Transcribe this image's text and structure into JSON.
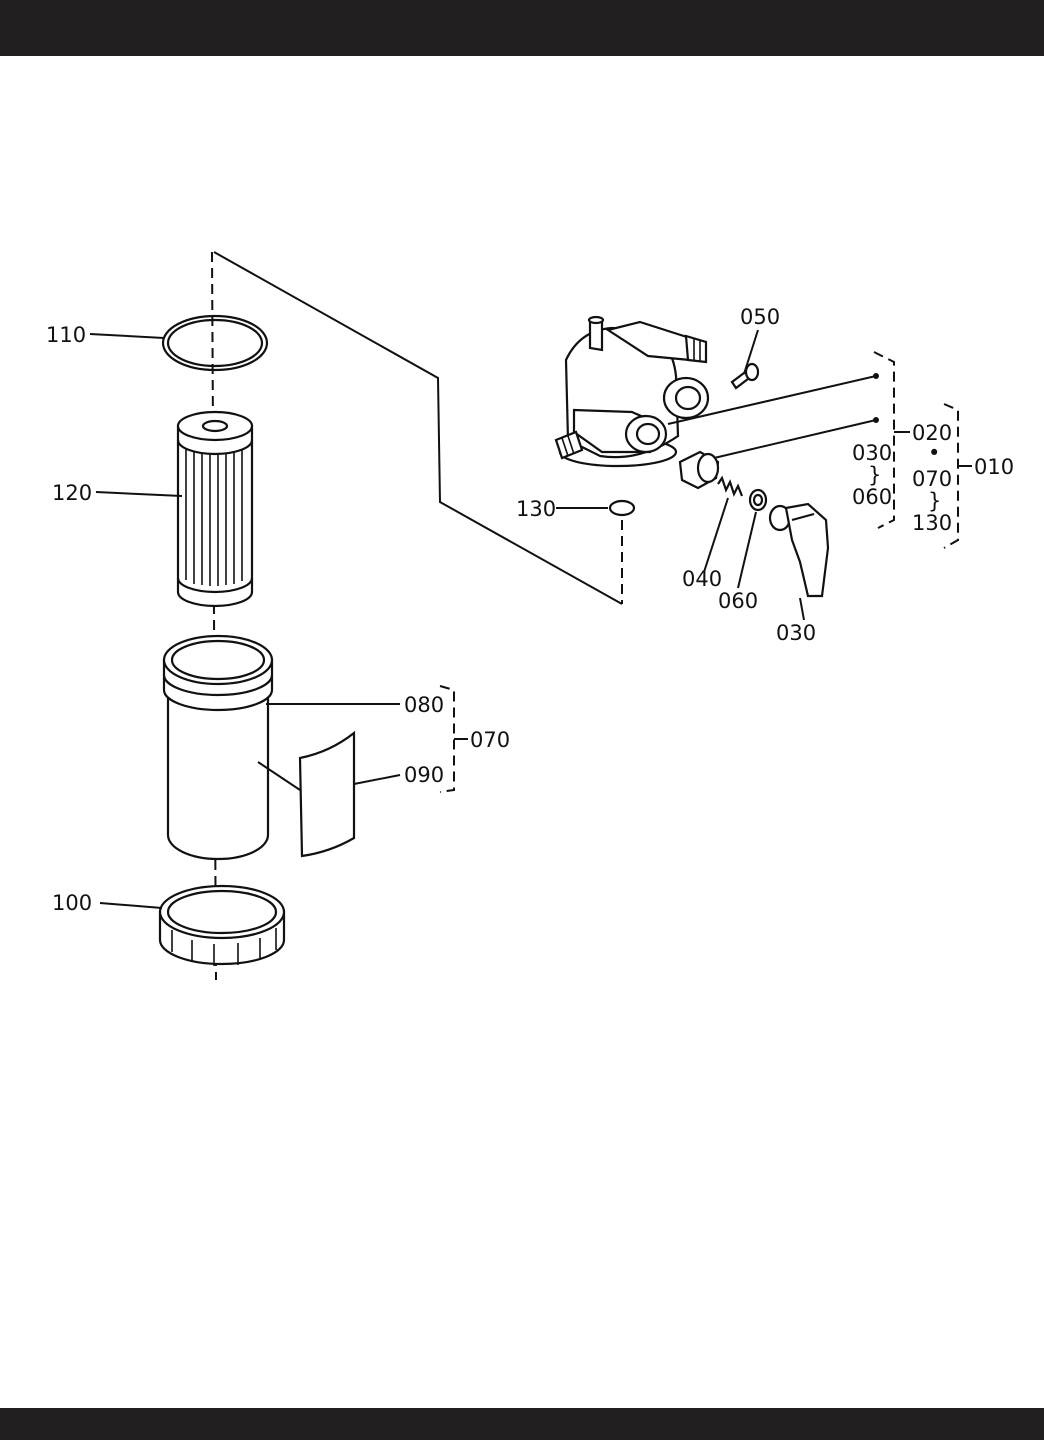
{
  "labels": {
    "l110": "110",
    "l120": "120",
    "l100": "100",
    "l080": "080",
    "l090": "090",
    "l070": "070",
    "l130": "130",
    "l050": "050",
    "l040": "040",
    "l060": "060",
    "l030": "030",
    "l020": "020",
    "l010": "010",
    "g_030": "030",
    "g_060": "060",
    "g_070": "070",
    "g_130": "130",
    "dot": "•",
    "tilde": "}"
  },
  "colors": {
    "bar": "#231f20",
    "ink": "#111111",
    "paper": "#ffffff"
  }
}
